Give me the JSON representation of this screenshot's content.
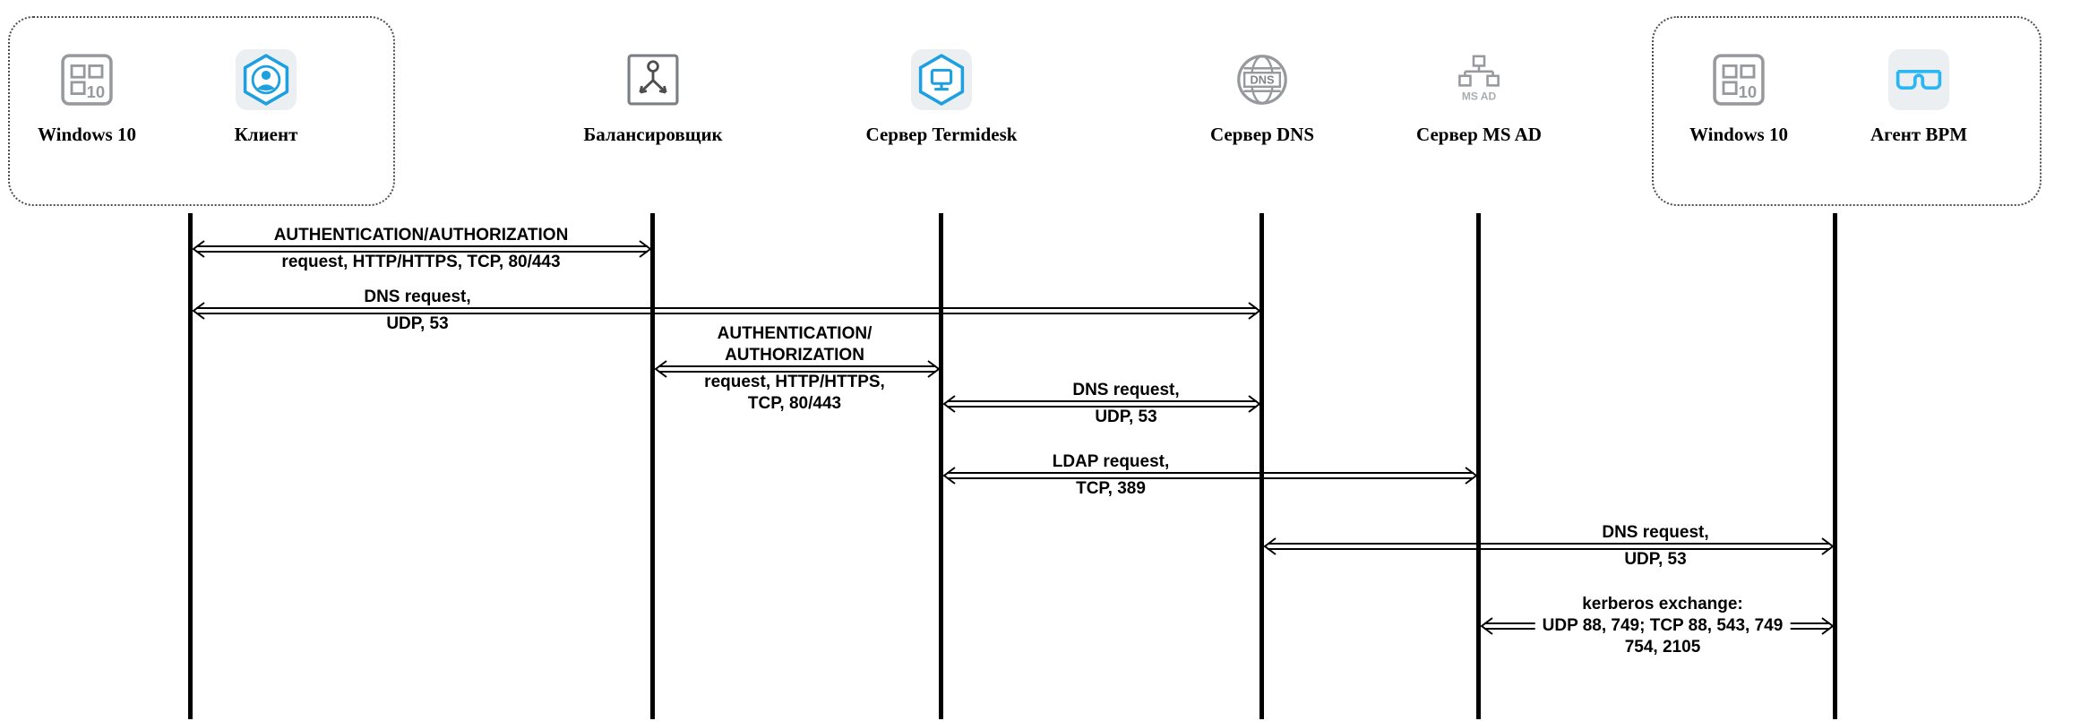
{
  "diagram": {
    "actors": [
      {
        "label": "Windows 10"
      },
      {
        "label": "Клиент"
      },
      {
        "label": "Балансировщик"
      },
      {
        "label": "Сервер Termidesk"
      },
      {
        "label": "Сервер DNS"
      },
      {
        "label": "Сервер MS AD"
      },
      {
        "label": "Windows 10"
      },
      {
        "label": "Агент BPM"
      }
    ],
    "messages": [
      {
        "above": "AUTHENTICATION/AUTHORIZATION",
        "below": "request, HTTP/HTTPS, TCP, 80/443"
      },
      {
        "above": "DNS request,",
        "below": "UDP, 53"
      },
      {
        "above": "AUTHENTICATION/\nAUTHORIZATION",
        "below": "request, HTTP/HTTPS,\nTCP, 80/443"
      },
      {
        "above": "DNS request,",
        "below": "UDP, 53"
      },
      {
        "above": "LDAP request,",
        "below": "TCP, 389"
      },
      {
        "above": "DNS request,",
        "below": "UDP, 53"
      },
      {
        "above": "kerberos exchange:",
        "on": "UDP 88, 749; TCP 88, 543, 749",
        "below": "754, 2105"
      }
    ],
    "icon_labels": {
      "win10": "10",
      "dns": "DNS",
      "msad": "MS AD"
    },
    "colors": {
      "accent_blue": "#1d9fe0",
      "bright_blue": "#29b6f2",
      "icon_grey": "#97999c",
      "line_black": "#000000"
    }
  }
}
